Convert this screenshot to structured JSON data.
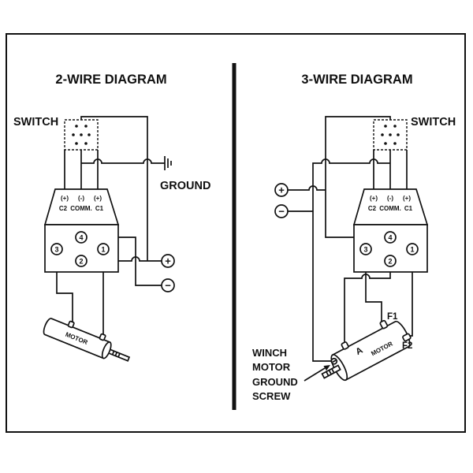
{
  "two_wire": {
    "title": "2-WIRE DIAGRAM",
    "switch_label": "SWITCH",
    "ground_label": "GROUND",
    "solenoid_polarity": [
      "(+)",
      "(-)",
      "(+)"
    ],
    "solenoid_terminals": [
      "C2",
      "COMM.",
      "C1"
    ],
    "posts": {
      "four": "4",
      "three": "3",
      "two": "2",
      "one": "1"
    },
    "battery_positive": "+",
    "battery_negative": "−",
    "motor_label": "MOTOR"
  },
  "three_wire": {
    "title": "3-WIRE DIAGRAM",
    "switch_label": "SWITCH",
    "solenoid_polarity": [
      "(+)",
      "(-)",
      "(+)"
    ],
    "solenoid_terminals": [
      "C2",
      "COMM.",
      "C1"
    ],
    "posts": {
      "four": "4",
      "three": "3",
      "two": "2",
      "one": "1"
    },
    "battery_positive": "+",
    "battery_negative": "−",
    "motor_label": "MOTOR",
    "motor_terminal_armature": "A",
    "motor_terminal_f1": "F1",
    "motor_terminal_f2": "F2",
    "ground_screw_label": [
      "WINCH",
      "MOTOR",
      "GROUND",
      "SCREW"
    ]
  },
  "colors": {
    "ink": "#111111",
    "background": "#ffffff"
  }
}
